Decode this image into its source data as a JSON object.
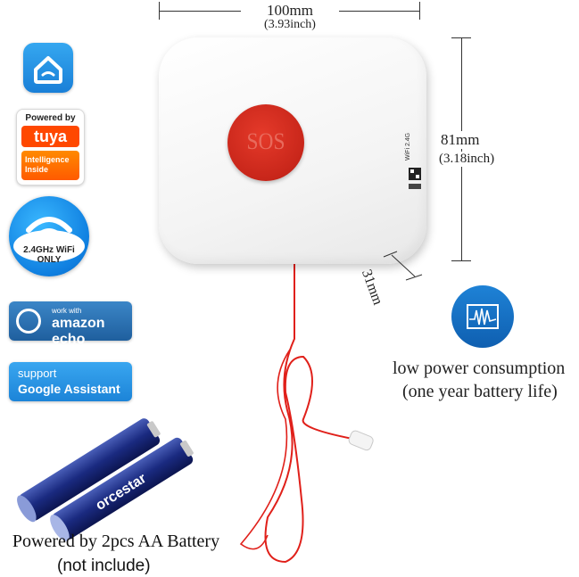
{
  "badges": {
    "tuya_powered": "Powered by",
    "tuya_brand": "tuya",
    "tuya_intelligence": "Intelligence",
    "tuya_inside": "Inside",
    "wifi_line1": "2.4GHz WiFi",
    "wifi_line2": "ONLY",
    "alexa_small": "work with",
    "alexa_big": "amazon echo",
    "google_small": "support",
    "google_big": "Google Assistant"
  },
  "battery": {
    "brand": "orcestar",
    "caption": "Powered by 2pcs AA Battery",
    "note": "(not include)"
  },
  "device": {
    "button_text": "SOS",
    "tag_text": "WiFi 2.4G"
  },
  "dimensions": {
    "width_mm": "100mm",
    "width_in": "(3.93inch)",
    "height_mm": "81mm",
    "height_in": "(3.18inch)",
    "depth_mm": "31mm"
  },
  "power": {
    "line1": "low power consumption",
    "line2": "(one year battery life)"
  },
  "colors": {
    "sos_red": "#c8261a",
    "cord_red": "#e0201a",
    "badge_blue": "#1c84d8",
    "tuya_orange": "#ff4800"
  }
}
